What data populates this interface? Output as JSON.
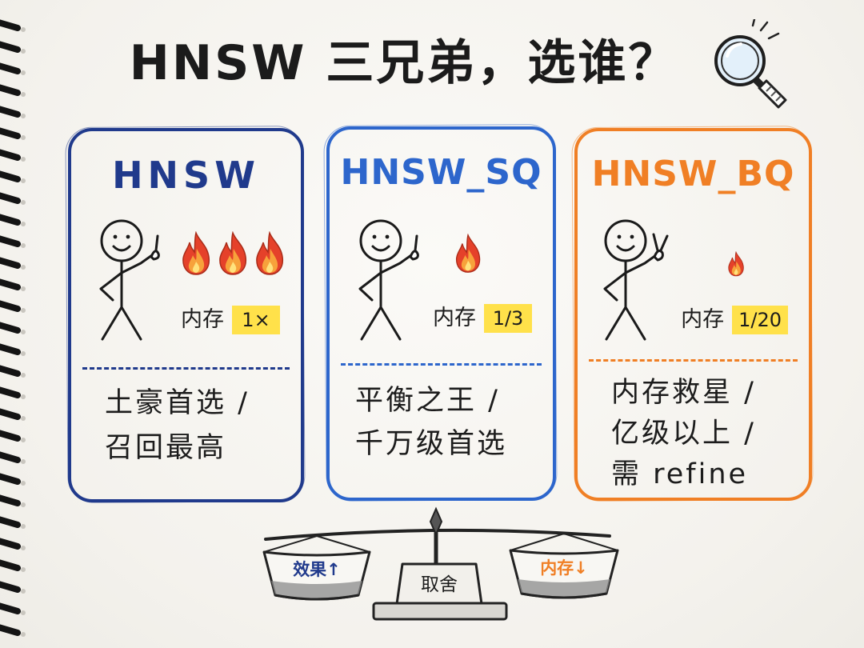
{
  "title": "HNSW 三兄弟，选谁？",
  "icons": {
    "header": "magnifying-glass-icon",
    "power": "flame-icon",
    "mascot": "stick-figure-icon",
    "balance": "balance-scale-icon"
  },
  "colors": {
    "paper": "#f6f5f1",
    "ink": "#1c1c1c",
    "highlight": "#ffe14a"
  },
  "cards": [
    {
      "title": "HNSW",
      "color": "#203a8c",
      "flame_count": 3,
      "memory_label": "内存",
      "memory_value": "1×",
      "lines": [
        "土豪首选 /",
        "召回最高"
      ]
    },
    {
      "title": "HNSW_SQ",
      "color": "#2d66cc",
      "flame_count": 1,
      "memory_label": "内存",
      "memory_value": "1/3",
      "lines": [
        "平衡之王 /",
        "千万级首选"
      ]
    },
    {
      "title": "HNSW_BQ",
      "color": "#f07f25",
      "flame_count": 1,
      "memory_label": "内存",
      "memory_value": "1/20",
      "lines": [
        "内存救星 /",
        "亿级以上 /",
        "需 refine"
      ]
    }
  ],
  "scale": {
    "left_pan": "效果↑",
    "right_pan": "内存↓",
    "base": "取舍",
    "left_color": "#203a8c",
    "right_color": "#f07f25"
  }
}
